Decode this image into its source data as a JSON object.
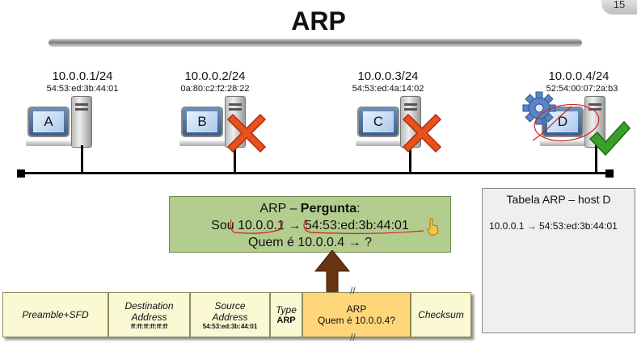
{
  "slide": {
    "title": "ARP",
    "page_number": "15"
  },
  "hosts": [
    {
      "id": "A",
      "ip": "10.0.0.1/24",
      "mac": "54:53:ed:3b:44:01",
      "status": "none"
    },
    {
      "id": "B",
      "ip": "10.0.0.2/24",
      "mac": "0a:80:c2:f2:28:22",
      "status": "x"
    },
    {
      "id": "C",
      "ip": "10.0.0.3/24",
      "mac": "54:53:ed:4a:14:02",
      "status": "x"
    },
    {
      "id": "D",
      "ip": "10.0.0.4/24",
      "mac": "52:54:00:07:2a:b3",
      "status": "check"
    }
  ],
  "question_box": {
    "line1_prefix": "ARP – ",
    "line1_bold": "Pergunta",
    "line1_suffix": ":",
    "line2_prefix": "Sou ",
    "line2_ip": "10.0.0.1",
    "line2_arrow": " → ",
    "line2_mac": "54:53:ed:3b:44:01",
    "line3": "Quem é 10.0.0.4 → ?"
  },
  "arp_table": {
    "title": "Tabela ARP – host D",
    "entry": "10.0.0.1 → 54:53:ed:3b:44:01"
  },
  "frame": {
    "preamble": "Preamble+SFD",
    "dest_label": "Destination Address",
    "dest_value": "ff:ff:ff:ff:ff:ff",
    "src_label": "Source Address",
    "src_value": "54:53:ed:3b:44:01",
    "type_label": "Type",
    "type_value": "ARP",
    "payload_label": "ARP",
    "payload_value": "Quem é 10.0.0.4?",
    "checksum": "Checksum"
  },
  "colors": {
    "question_bg": "#b3cd8f",
    "frame_bg": "#fbf8d4",
    "payload_bg": "#ffd77a",
    "x_mark": "#e8501f",
    "check_mark": "#3aa02a",
    "arrow": "#6b3410",
    "annotation": "#d42020"
  }
}
